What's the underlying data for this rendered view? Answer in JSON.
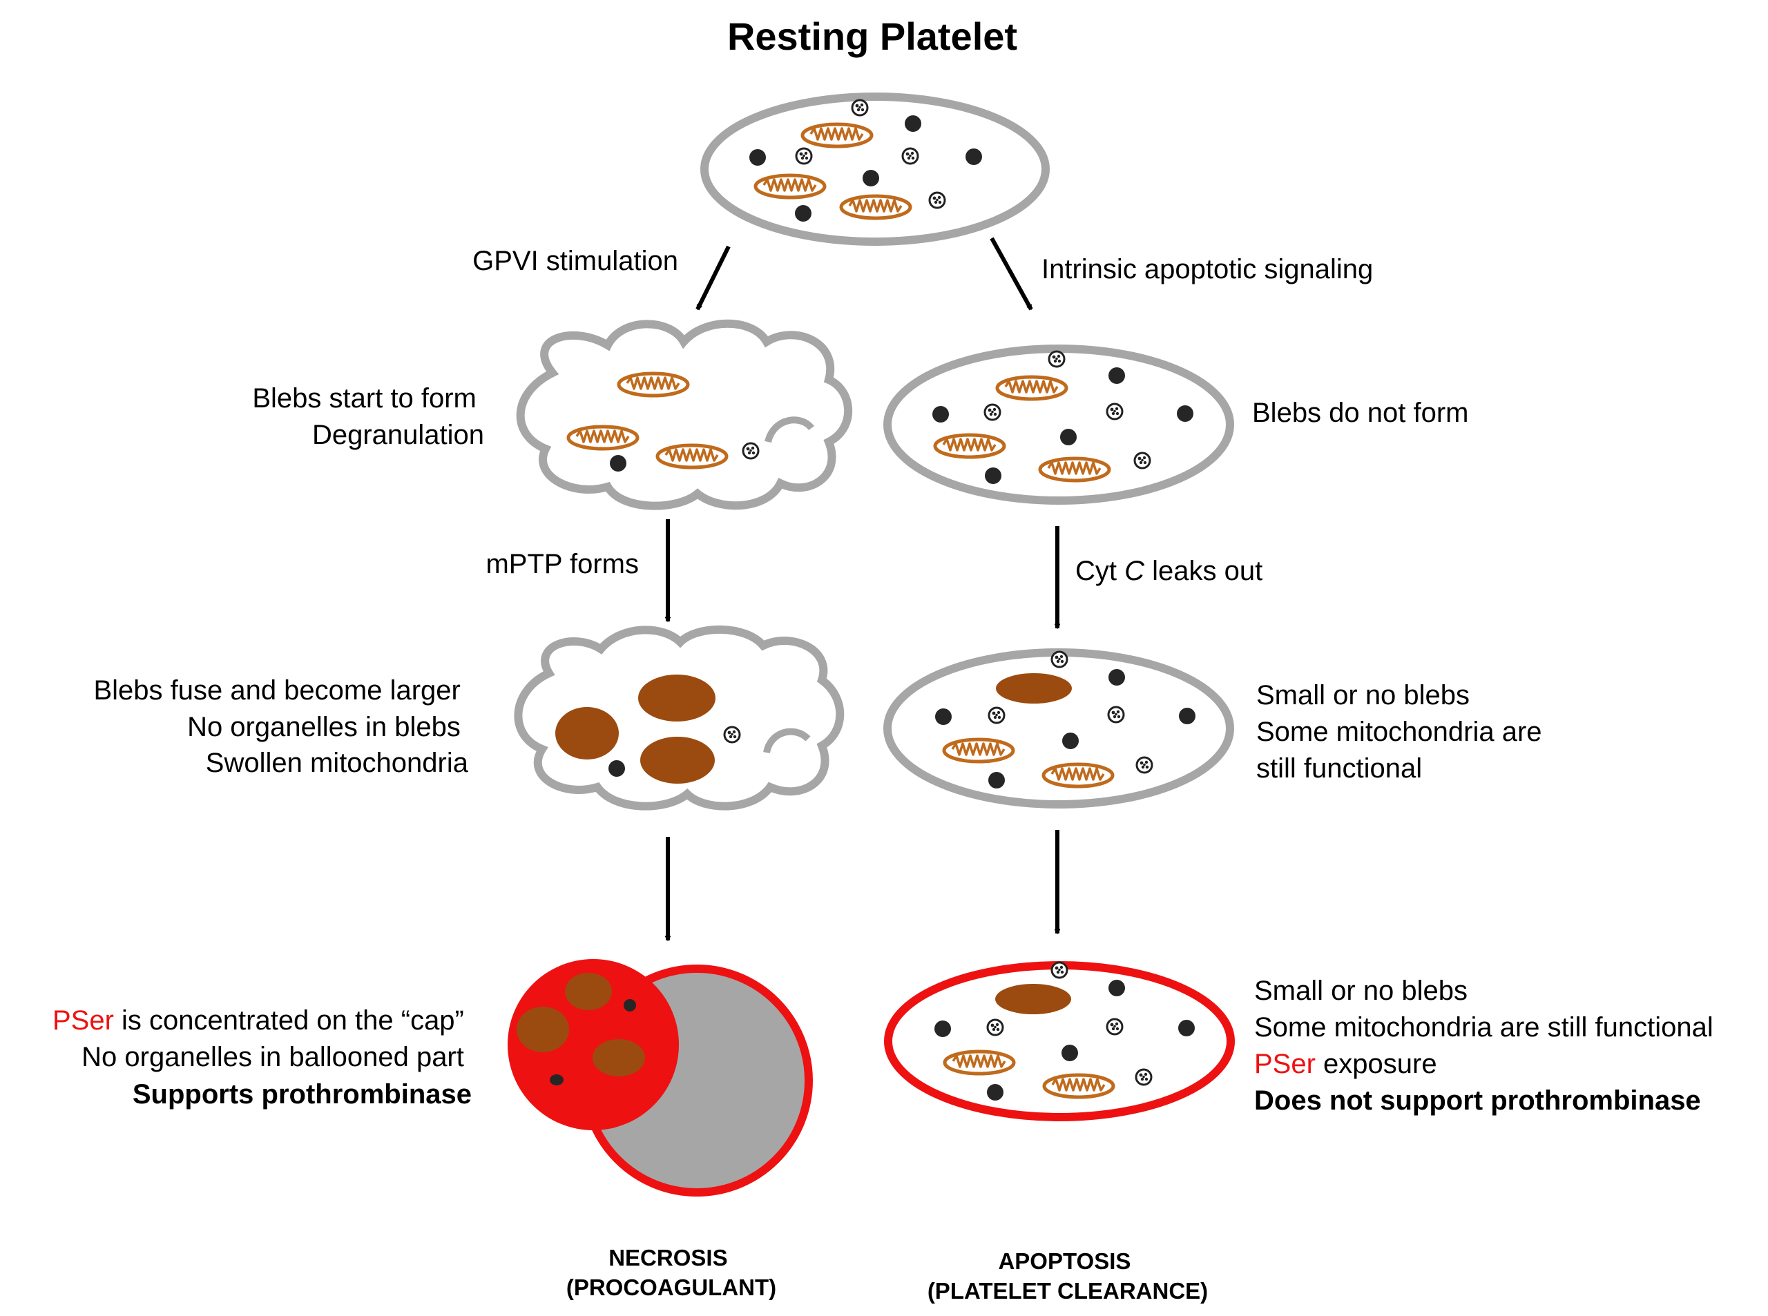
{
  "title": "Resting Platelet",
  "colors": {
    "membrane": "#a6a6a6",
    "granule": "#262626",
    "mitochondria": "#c06a1c",
    "swollen_mitochondria": "#9b4b0f",
    "pser": "#ee1111",
    "balloon_fill": "#a6a6a6",
    "arrow": "#000000"
  },
  "arrows": {
    "gpvi": "GPVI stimulation",
    "intrinsic": "Intrinsic apoptotic signaling",
    "mptp": "mPTP forms",
    "cytc_prefix": "Cyt ",
    "cytc_italic": "C",
    "cytc_suffix": " leaks out"
  },
  "necrosis": {
    "stage1": [
      "Blebs start to form",
      "Degranulation"
    ],
    "stage2": [
      "Blebs fuse and become larger",
      "No organelles in blebs",
      "Swollen mitochondria"
    ],
    "stage3": {
      "pser": "PSer",
      "line1_rest": " is concentrated on the “cap”",
      "line2": "No organelles in ballooned part",
      "line3": "Supports prothrombinase"
    },
    "footer": [
      "NECROSIS",
      "(PROCOAGULANT)"
    ]
  },
  "apoptosis": {
    "stage1": [
      "Blebs do not form"
    ],
    "stage2": [
      "Small or no blebs",
      "Some mitochondria are",
      "still functional"
    ],
    "stage3": {
      "line1": "Small or no blebs",
      "line2": "Some mitochondria are still functional",
      "pser": "PSer",
      "line3_rest": " exposure",
      "line4": "Does not support prothrombinase"
    },
    "footer": [
      "APOPTOSIS",
      "(PLATELET CLEARANCE)"
    ]
  }
}
